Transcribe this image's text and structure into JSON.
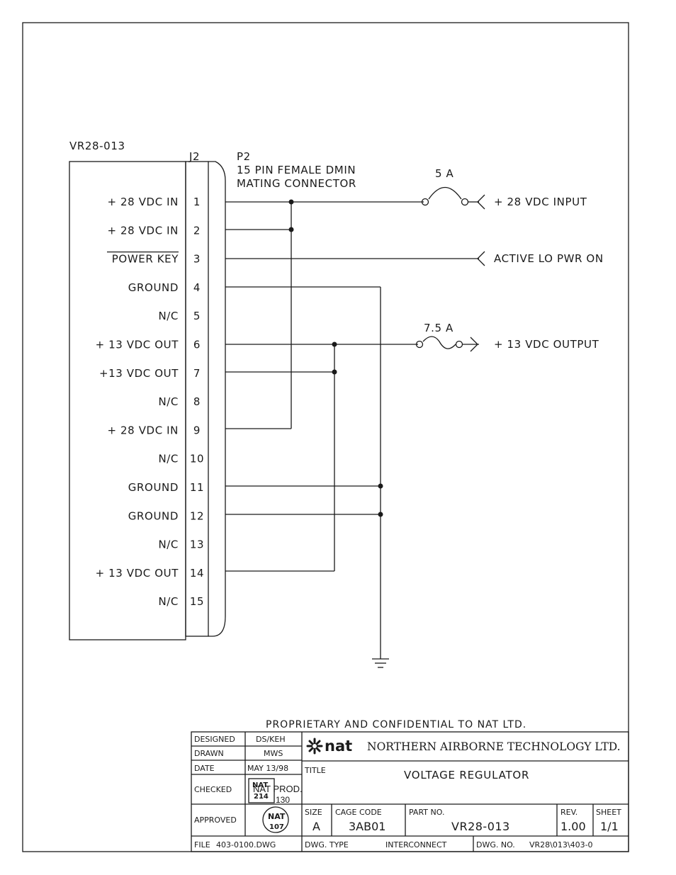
{
  "device_label": "VR28-013",
  "j2_label": "J2",
  "p2": {
    "label": "P2",
    "line1": "15 PIN FEMALE DMIN",
    "line2": "MATING CONNECTOR"
  },
  "pins": [
    {
      "number": "1",
      "name": "+ 28 VDC IN"
    },
    {
      "number": "2",
      "name": "+ 28 VDC IN"
    },
    {
      "number": "3",
      "name": "POWER KEY"
    },
    {
      "number": "4",
      "name": "GROUND"
    },
    {
      "number": "5",
      "name": "N/C"
    },
    {
      "number": "6",
      "name": "+ 13 VDC OUT"
    },
    {
      "number": "7",
      "name": "+13 VDC OUT"
    },
    {
      "number": "8",
      "name": "N/C"
    },
    {
      "number": "9",
      "name": "+ 28 VDC IN"
    },
    {
      "number": "10",
      "name": "N/C"
    },
    {
      "number": "11",
      "name": "GROUND"
    },
    {
      "number": "12",
      "name": "GROUND"
    },
    {
      "number": "13",
      "name": "N/C"
    },
    {
      "number": "14",
      "name": "+ 13 VDC OUT"
    },
    {
      "number": "15",
      "name": "N/C"
    }
  ],
  "fuse_input": {
    "rating": "5 A",
    "signal": "+ 28 VDC INPUT"
  },
  "power_signal": "ACTIVE LO PWR ON",
  "fuse_output": {
    "rating": "7.5 A",
    "signal": "+ 13 VDC OUTPUT"
  },
  "proprietary": "PROPRIETARY AND CONFIDENTIAL TO NAT LTD.",
  "title_block": {
    "designed_label": "DESIGNED",
    "designed_value": "DS/KEH",
    "drawn_label": "DRAWN",
    "drawn_value": "MWS",
    "date_label": "DATE",
    "date_value": "MAY 13/98",
    "checked_label": "CHECKED",
    "checked_stamp_top": "NAT",
    "checked_stamp_num": "214",
    "checked_overlay": "NAT PROD.",
    "checked_overlay_num": "130",
    "approved_label": "APPROVED",
    "approved_stamp_top": "NAT",
    "approved_stamp_num": "107",
    "logo_text": "nat",
    "company": "NORTHERN AIRBORNE TECHNOLOGY LTD.",
    "title_label": "TITLE",
    "title_value": "VOLTAGE REGULATOR",
    "size_label": "SIZE",
    "size_value": "A",
    "cage_label": "CAGE CODE",
    "cage_value": "3AB01",
    "part_label": "PART NO.",
    "part_value": "VR28-013",
    "rev_label": "REV.",
    "rev_value": "1.00",
    "sheet_label": "SHEET",
    "sheet_value": "1/1",
    "file_label": "FILE",
    "file_value": "403-0100.DWG",
    "dwgtype_label": "DWG. TYPE",
    "dwgtype_value": "INTERCONNECT",
    "dwgno_label": "DWG. NO.",
    "dwgno_value": "VR28\\013\\403-0"
  },
  "colors": {
    "ink": "#1a1a1a",
    "paper": "#ffffff"
  }
}
